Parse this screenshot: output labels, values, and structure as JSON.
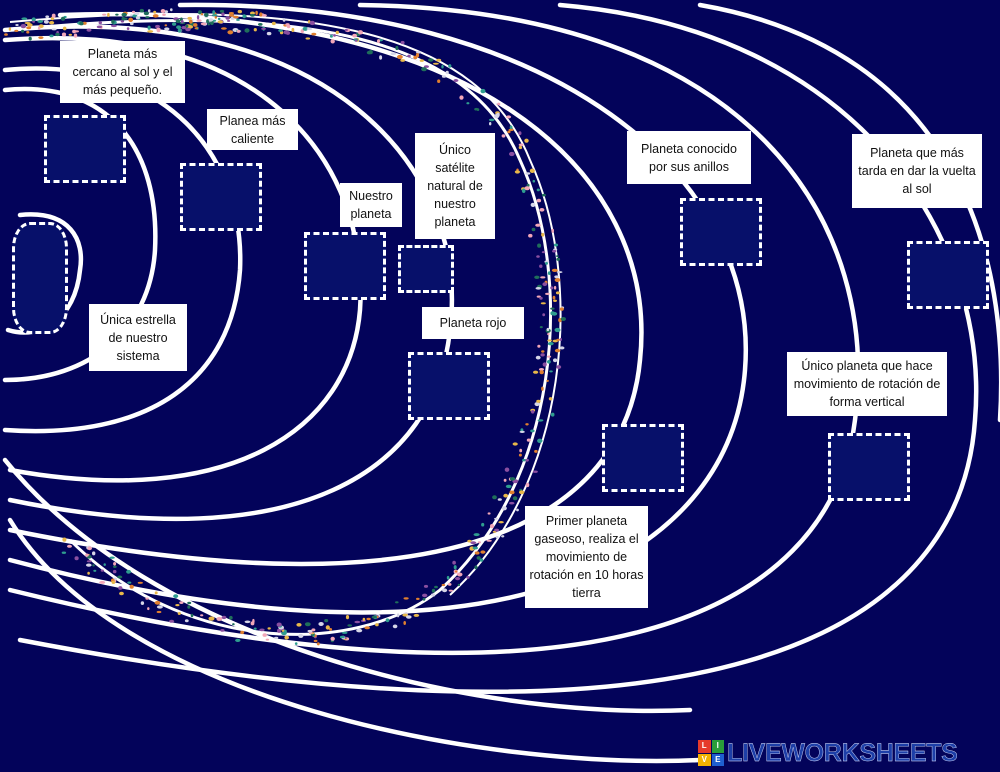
{
  "colors": {
    "background": "#03035a",
    "orbit": "#ffffff",
    "drop_box": "#07106a",
    "label_bg": "#ffffff",
    "belt_dots": [
      "#e8b84a",
      "#2f9d8f",
      "#f2a7b8",
      "#8a4fa0",
      "#1f6e5a",
      "#d6d6e8",
      "#e07f2f"
    ]
  },
  "labels": {
    "mercury": "Planeta más cercano al sol y el más pequeño.",
    "venus": "Planea más caliente",
    "earth": "Nuestro planeta",
    "moon": "Único satélite natural de nuestro planeta",
    "sun": "Única estrella de nuestro sistema",
    "mars": "Planeta rojo",
    "jupiter": "Primer planeta gaseoso, realiza el movimiento de rotación en 10 horas tierra",
    "saturn": "Planeta conocido por sus anillos",
    "uranus": "Único planeta que hace movimiento de rotación de forma vertical",
    "neptune": "Planeta que más tarda en dar la vuelta al sol"
  },
  "drop_targets": [
    "sun",
    "mercury",
    "venus",
    "earth",
    "moon",
    "mars",
    "jupiter",
    "saturn",
    "uranus",
    "neptune"
  ],
  "watermark": {
    "logo_letters": [
      "L",
      "I",
      "V",
      "E"
    ],
    "logo_colors": [
      "#e63a2b",
      "#2a9d3a",
      "#f2b100",
      "#1e5fd0"
    ],
    "text": "LIVEWORKSHEETS"
  }
}
